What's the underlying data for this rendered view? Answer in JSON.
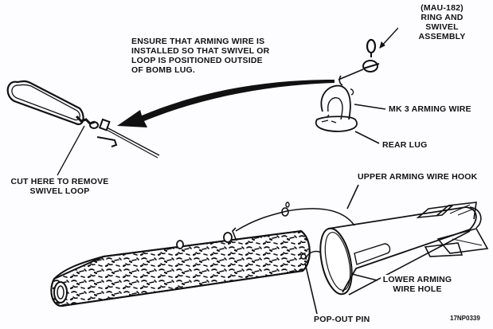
{
  "figure": {
    "code": "17NP0339",
    "ink_color": "#111111",
    "background_color": "#fdfcff"
  },
  "labels": {
    "ring_swivel": [
      "(MAU-182)",
      "RING AND",
      "SWIVEL",
      "ASSEMBLY"
    ],
    "instruction": [
      "ENSURE THAT ARMING WIRE IS",
      "INSTALLED SO THAT SWIVEL OR",
      "LOOP IS POSITIONED OUTSIDE",
      "OF BOMB LUG."
    ],
    "arming_wire": "MK 3 ARMING WIRE",
    "rear_lug": "REAR LUG",
    "cut_here": [
      "CUT HERE TO REMOVE",
      "SWIVEL LOOP"
    ],
    "upper_hook": "UPPER ARMING WIRE HOOK",
    "lower_hole": [
      "LOWER ARMING",
      "WIRE HOLE"
    ],
    "pop_out_pin": "POP-OUT PIN"
  },
  "icons": {
    "swivel_loop": "swivel-loop-icon",
    "rear_lug": "rear-lug-icon",
    "bomb_body": "bomb-body-icon",
    "fin_assembly": "fin-assembly-icon",
    "direction_arrow": "curved-arrow-icon"
  }
}
